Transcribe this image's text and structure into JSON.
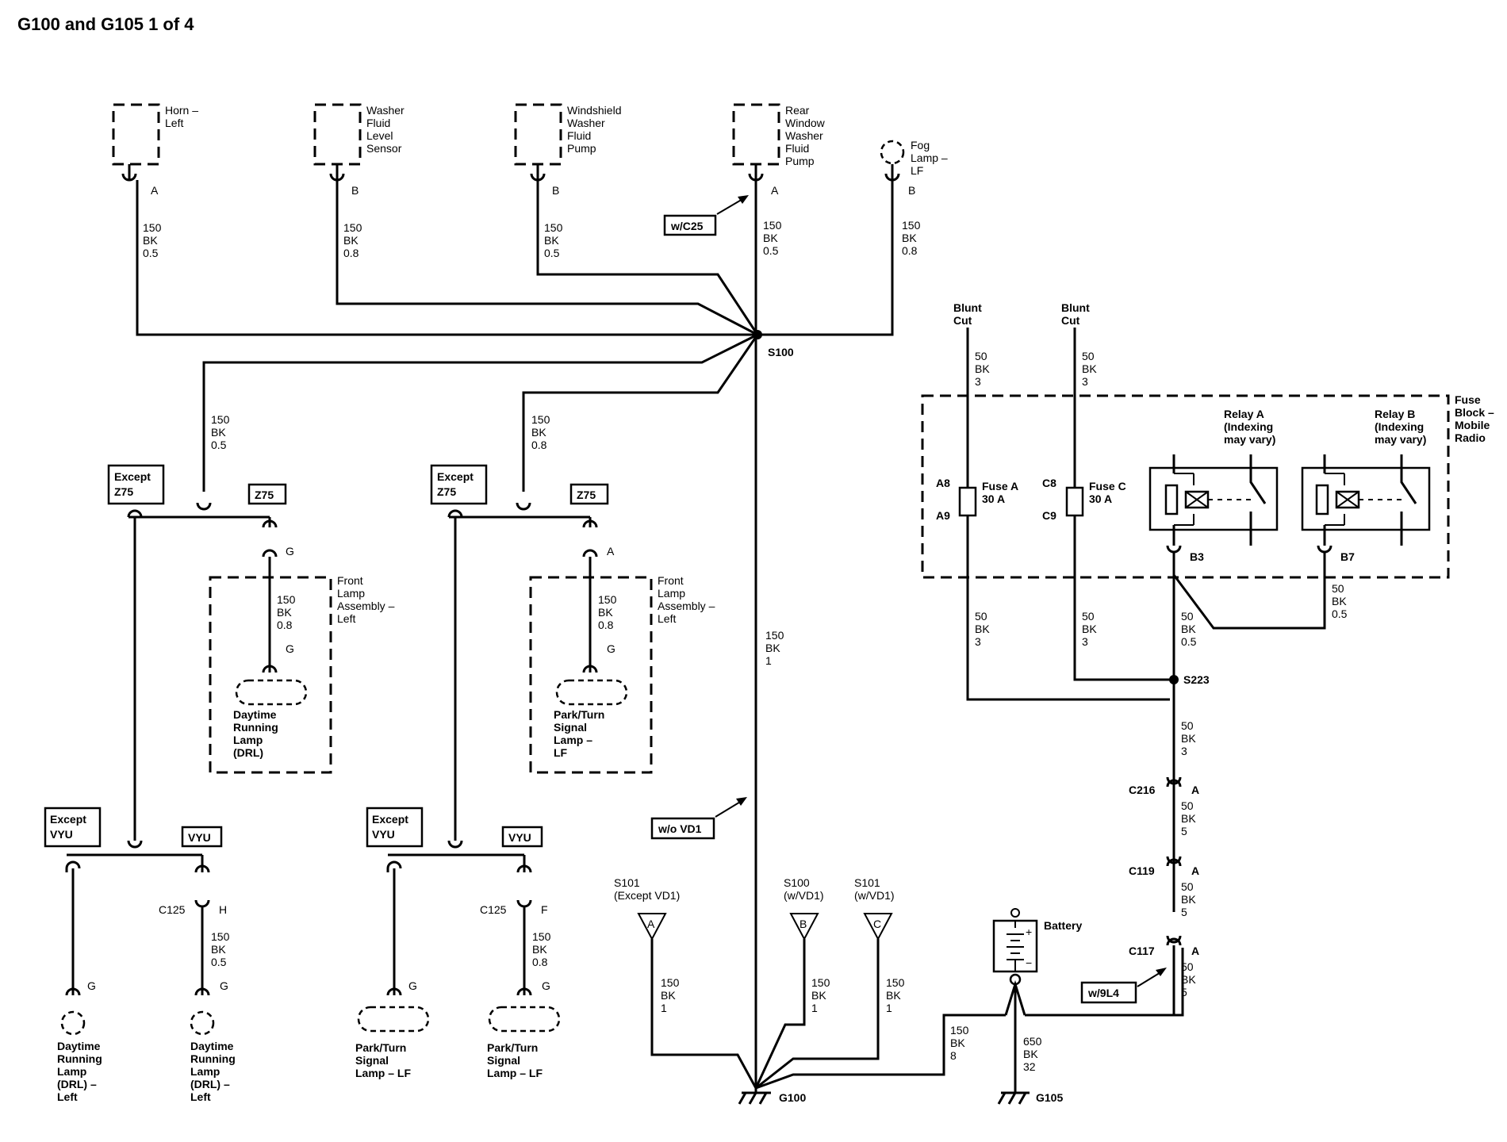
{
  "title": "G100 and G105 1 of 4",
  "components": {
    "horn": [
      "Horn –",
      "Left"
    ],
    "washer_sensor": [
      "Washer",
      "Fluid",
      "Level",
      "Sensor"
    ],
    "ws_pump": [
      "Windshield",
      "Washer",
      "Fluid",
      "Pump"
    ],
    "rear_pump": [
      "Rear",
      "Window",
      "Washer",
      "Fluid",
      "Pump"
    ],
    "fog_lamp": [
      "Fog",
      "Lamp –",
      "LF"
    ],
    "front_lamp_1": [
      "Front",
      "Lamp",
      "Assembly –",
      "Left"
    ],
    "front_lamp_2": [
      "Front",
      "Lamp",
      "Assembly –",
      "Left"
    ],
    "drl_inner": [
      "Daytime",
      "Running",
      "Lamp",
      "(DRL)"
    ],
    "park_inner": [
      "Park/Turn",
      "Signal",
      "Lamp –",
      "LF"
    ],
    "drl_bottom_1": [
      "Daytime",
      "Running",
      "Lamp",
      "(DRL) –",
      "Left"
    ],
    "drl_bottom_2": [
      "Daytime",
      "Running",
      "Lamp",
      "(DRL) –",
      "Left"
    ],
    "park_bottom_1": [
      "Park/Turn",
      "Signal",
      "Lamp – LF"
    ],
    "park_bottom_2": [
      "Park/Turn",
      "Signal",
      "Lamp – LF"
    ],
    "fuse_block": [
      "Fuse",
      "Block –",
      "Mobile",
      "Radio"
    ],
    "relay_a": [
      "Relay A",
      "(Indexing",
      "may vary)"
    ],
    "relay_b": [
      "Relay B",
      "(Indexing",
      "may vary)"
    ],
    "fuse_a": [
      "Fuse A",
      "30 A"
    ],
    "fuse_c": [
      "Fuse C",
      "30 A"
    ],
    "blunt_1": [
      "Blunt",
      "Cut"
    ],
    "blunt_2": [
      "Blunt",
      "Cut"
    ],
    "battery": "Battery",
    "s101_except": [
      "S101",
      "(Except VD1)"
    ],
    "s100_w": [
      "S100",
      "(w/VD1)"
    ],
    "s101_w": [
      "S101",
      "(w/VD1)"
    ]
  },
  "options": {
    "w_c25": "w/C25",
    "wo_vd1": "w/o VD1",
    "w_9l4": "w/9L4",
    "except_z75_1": [
      "Except",
      "Z75"
    ],
    "z75_1": "Z75",
    "except_z75_2": [
      "Except",
      "Z75"
    ],
    "z75_2": "Z75",
    "except_vyu_1": [
      "Except",
      "VYU"
    ],
    "vyu_1": "VYU",
    "except_vyu_2": [
      "Except",
      "VYU"
    ],
    "vyu_2": "VYU"
  },
  "pins": {
    "horn": "A",
    "washer_sensor": "B",
    "ws_pump": "B",
    "rear_pump": "A",
    "fog": "B",
    "front1_top": "G",
    "front1_inner": "G",
    "front2_top": "A",
    "front2_inner": "G",
    "drl_b1": "G",
    "c125_1": "H",
    "drl_b2": "G",
    "park_b1": "G",
    "c125_2": "F",
    "park_b2": "G",
    "a8": "A8",
    "a9": "A9",
    "c8": "C8",
    "c9": "C9",
    "b3": "B3",
    "b7": "B7",
    "c216_pin": "A",
    "c119_pin": "A",
    "c117_pin": "A",
    "s101_a": "A",
    "s100_b": "B",
    "s101_c": "C"
  },
  "wires": {
    "horn": [
      "150",
      "BK",
      "0.5"
    ],
    "washer_sensor": [
      "150",
      "BK",
      "0.8"
    ],
    "ws_pump": [
      "150",
      "BK",
      "0.5"
    ],
    "rear_pump": [
      "150",
      "BK",
      "0.5"
    ],
    "fog": [
      "150",
      "BK",
      "0.8"
    ],
    "left_branch": [
      "150",
      "BK",
      "0.5"
    ],
    "mid_branch": [
      "150",
      "BK",
      "0.8"
    ],
    "front1": [
      "150",
      "BK",
      "0.8"
    ],
    "front2": [
      "150",
      "BK",
      "0.8"
    ],
    "main_trunk": [
      "150",
      "BK",
      "1"
    ],
    "c125_1": [
      "150",
      "BK",
      "0.5"
    ],
    "c125_2": [
      "150",
      "BK",
      "0.8"
    ],
    "s101_a": [
      "150",
      "BK",
      "1"
    ],
    "s100_b": [
      "150",
      "BK",
      "1"
    ],
    "s101_c": [
      "150",
      "BK",
      "1"
    ],
    "batt_neg": [
      "150",
      "BK",
      "8"
    ],
    "g105": [
      "650",
      "BK",
      "32"
    ],
    "blunt1": [
      "50",
      "BK",
      "3"
    ],
    "blunt2": [
      "50",
      "BK",
      "3"
    ],
    "fuse_a_out": [
      "50",
      "BK",
      "3"
    ],
    "fuse_c_out": [
      "50",
      "BK",
      "3"
    ],
    "b3_out": [
      "50",
      "BK",
      "0.5"
    ],
    "b7_out": [
      "50",
      "BK",
      "0.5"
    ],
    "s223_out": [
      "50",
      "BK",
      "3"
    ],
    "c216_out": [
      "50",
      "BK",
      "5"
    ],
    "c119_out": [
      "50",
      "BK",
      "5"
    ],
    "c117_out": [
      "50",
      "BK",
      "5"
    ]
  },
  "splices": {
    "s100": "S100",
    "s223": "S223"
  },
  "connectors": {
    "c216": "C216",
    "c119": "C119",
    "c117": "C117",
    "c125_1": "C125",
    "c125_2": "C125"
  },
  "grounds": {
    "g100": "G100",
    "g105": "G105"
  }
}
